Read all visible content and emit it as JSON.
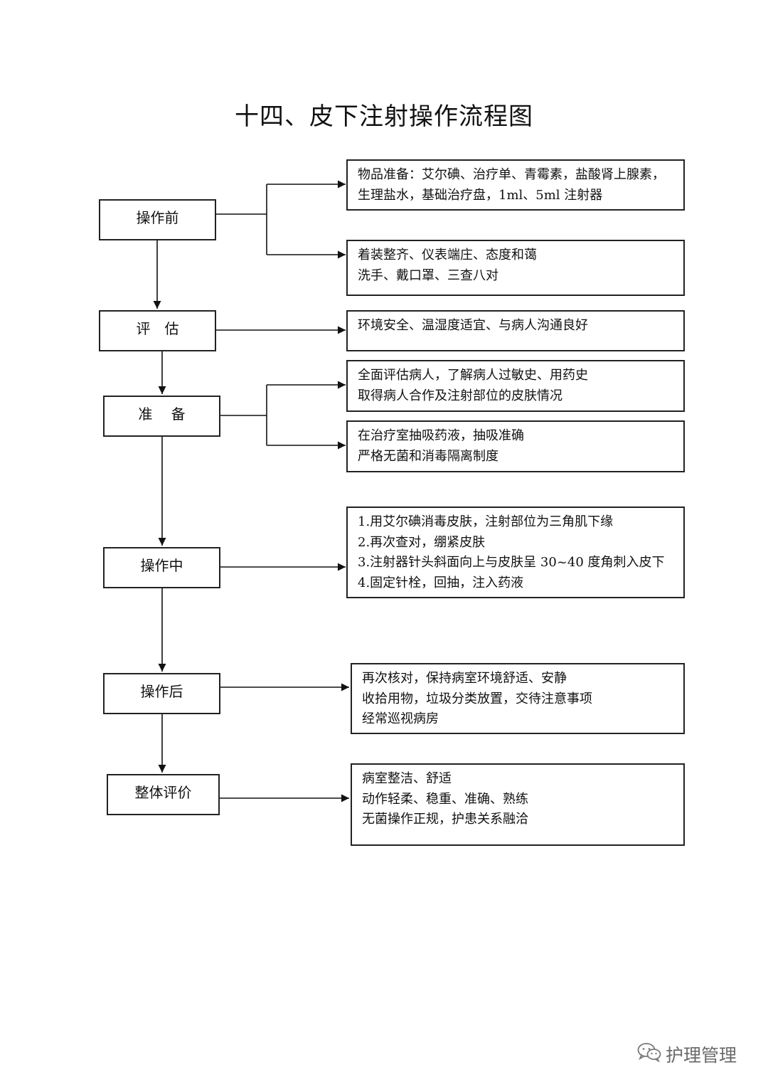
{
  "title": "十四、皮下注射操作流程图",
  "steps": [
    {
      "label": "操作前"
    },
    {
      "label": "评　估"
    },
    {
      "label": "准　 备"
    },
    {
      "label": "操作中"
    },
    {
      "label": "操作后"
    },
    {
      "label": "整体评价"
    }
  ],
  "details": [
    {
      "lines": [
        "物品准备：艾尔碘、治疗单、青霉素，盐酸肾上腺素，",
        "生理盐水，基础治疗盘，1ml、5ml 注射器"
      ]
    },
    {
      "lines": [
        "着装整齐、仪表端庄、态度和蔼",
        "洗手、戴口罩、三查八对"
      ]
    },
    {
      "lines": [
        "环境安全、温湿度适宜、与病人沟通良好"
      ]
    },
    {
      "lines": [
        "全面评估病人，了解病人过敏史、用药史",
        "取得病人合作及注射部位的皮肤情况"
      ]
    },
    {
      "lines": [
        "在治疗室抽吸药液，抽吸准确",
        "严格无菌和消毒隔离制度"
      ]
    },
    {
      "lines": [
        "1.用艾尔碘消毒皮肤，注射部位为三角肌下缘",
        "2.再次查对，绷紧皮肤",
        "3.注射器针头斜面向上与皮肤呈 30~40 度角刺入皮下",
        "4.固定针栓，回抽，注入药液"
      ]
    },
    {
      "lines": [
        "再次核对，保持病室环境舒适、安静",
        "收拾用物，垃圾分类放置，交待注意事项",
        "经常巡视病房"
      ]
    },
    {
      "lines": [
        "病室整洁、舒适",
        "动作轻柔、稳重、准确、熟练",
        "无菌操作正规，护患关系融洽"
      ]
    }
  ],
  "watermark": {
    "text": "护理管理",
    "icon": "wechat-icon"
  }
}
